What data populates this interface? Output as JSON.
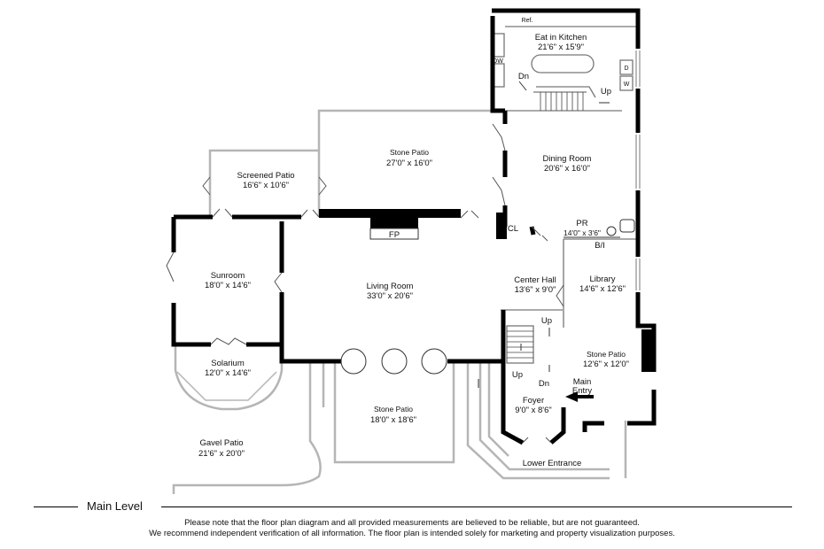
{
  "rooms": [
    {
      "id": "kitchen",
      "name": "Eat in Kitchen",
      "dims": "21'6\" x 15'9\""
    },
    {
      "id": "stone_patio_1",
      "name": "Stone Patio",
      "dims": "27'0\" x 16'0\""
    },
    {
      "id": "dining",
      "name": "Dining Room",
      "dims": "20'6\" x 16'0\""
    },
    {
      "id": "screened",
      "name": "Screened Patio",
      "dims": "16'6\" x 10'6\""
    },
    {
      "id": "powder",
      "name": "PR",
      "dims": "14'0\" x 3'6\""
    },
    {
      "id": "sunroom",
      "name": "Sunroom",
      "dims": "18'0\" x 14'6\""
    },
    {
      "id": "living",
      "name": "Living Room",
      "dims": "33'0\" x 20'6\""
    },
    {
      "id": "center_hall",
      "name": "Center Hall",
      "dims": "13'6\" x 9'0\""
    },
    {
      "id": "library",
      "name": "Library",
      "dims": "14'6\" x 12'6\""
    },
    {
      "id": "stone_patio_2",
      "name": "Stone Patio",
      "dims": "12'6\" x 12'0\""
    },
    {
      "id": "solarium",
      "name": "Solarium",
      "dims": "12'0\" x 14'6\""
    },
    {
      "id": "stone_patio_3",
      "name": "Stone Patio",
      "dims": "18'0\" x 18'6\""
    },
    {
      "id": "foyer",
      "name": "Foyer",
      "dims": "9'0\" x 8'6\""
    },
    {
      "id": "gavel",
      "name": "Gavel Patio",
      "dims": "21'6\" x 20'0\""
    }
  ],
  "markers": {
    "ref": "Ref.",
    "dw": "DW",
    "d": "D",
    "w": "W",
    "dn_kitchen": "Dn",
    "up_kitchen": "Up",
    "fp": "FP",
    "cl": "CL",
    "bi": "B/I",
    "up_hall": "Up",
    "up_foyer": "Up",
    "dn_foyer": "Dn",
    "main_entry_1": "Main",
    "main_entry_2": "Entry",
    "lower_entrance": "Lower Entrance"
  },
  "footer": {
    "level": "Main Level",
    "note_line1": "Please note that the floor plan diagram and all provided measurements are believed to be reliable, but are not guaranteed.",
    "note_line2": "We recommend independent verification of all information. The floor plan is intended solely for marketing and property visualization purposes."
  }
}
